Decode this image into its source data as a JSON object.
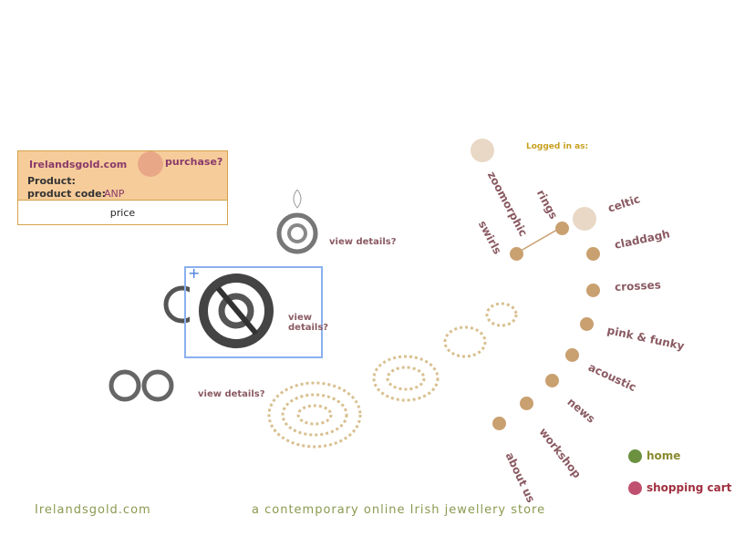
{
  "product_box": {
    "site": "Irelandsgold.com",
    "purchase": "purchase?",
    "product_label": "Product:",
    "code_label": "product code:",
    "code_value": "ANP",
    "price": "price"
  },
  "items": [
    {
      "link": "view details?"
    },
    {
      "link": "view details?"
    },
    {
      "link": "view details?"
    }
  ],
  "logged_in": "Logged in as:",
  "nav": {
    "zoomorphic": "zoomorphic",
    "rings": "rings",
    "swirls": "swirls",
    "celtic": "celtic",
    "claddagh": "claddagh",
    "crosses": "crosses",
    "pink": "pink & funky",
    "acoustic": "acoustic",
    "news": "news",
    "workshop": "workshop",
    "about": "about us"
  },
  "home": "home",
  "cart": "shopping cart",
  "footer": {
    "brand": "Irelandsgold.com",
    "tagline": "a contemporary online Irish jewellery store"
  },
  "colors": {
    "nav": "#8a5a62",
    "dot": "#c9a070",
    "home_dot": "#6a9040",
    "cart_dot": "#c05070"
  }
}
